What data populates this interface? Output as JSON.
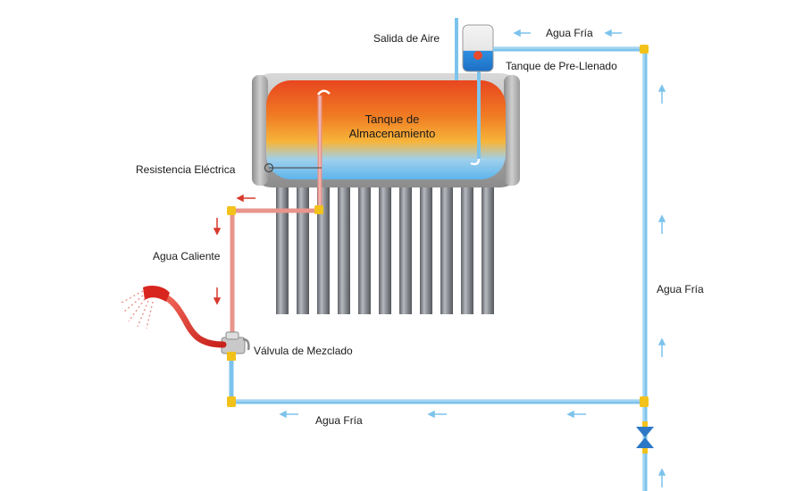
{
  "labels": {
    "air_outlet": "Salida de Aire",
    "cold_water_top": "Agua Fría",
    "prefill_tank": "Tanque de Pre-Llenado",
    "storage_tank_line1": "Tanque de",
    "storage_tank_line2": "Almacenamiento",
    "electric_resistance": "Resistencia Eléctrica",
    "hot_water": "Agua Caliente",
    "cold_water_right": "Agua Fría",
    "mixing_valve": "Válvula de Mezclado",
    "cold_water_bottom": "Agua Fría"
  },
  "colors": {
    "cold_pipe": "#7cc3ec",
    "hot_pipe": "#e8958c",
    "joint": "#f2c21b",
    "cold_arrow": "#7cc3ec",
    "hot_arrow": "#d83a2e",
    "tube": "#8a8d93",
    "tank_shell": "#b9b9b9"
  },
  "icons": {
    "mixing_valve_icon": "valve-icon",
    "shower_head_icon": "shower-icon",
    "bottom_valve_icon": "check-valve-icon"
  }
}
